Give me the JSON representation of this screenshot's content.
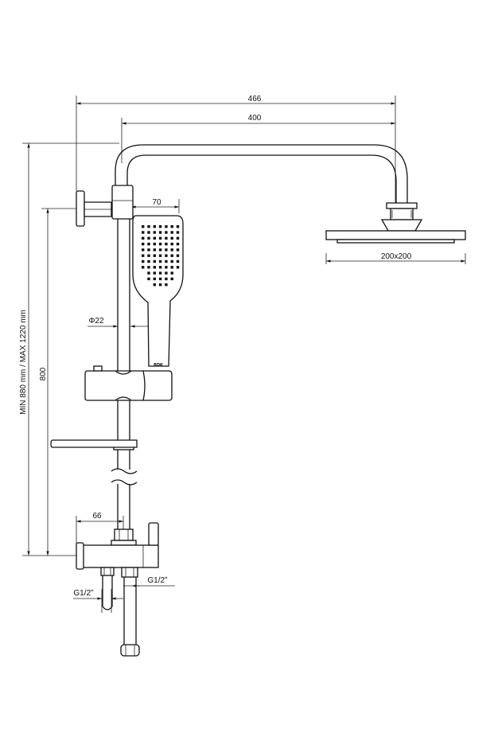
{
  "dimensions": {
    "total_width": "466",
    "arm_width": "400",
    "handshower_width": "70",
    "head_size": "200x200",
    "bar_diameter": "Φ22",
    "height": "800",
    "range": "MIN 880 mm  /  MAX 1220 mm",
    "mixer_offset": "66",
    "inlet_left": "G1/2ʺ",
    "inlet_right": "G1/2ʺ"
  },
  "logo": "BDK",
  "colors": {
    "line": "#111111",
    "background": "#ffffff"
  }
}
